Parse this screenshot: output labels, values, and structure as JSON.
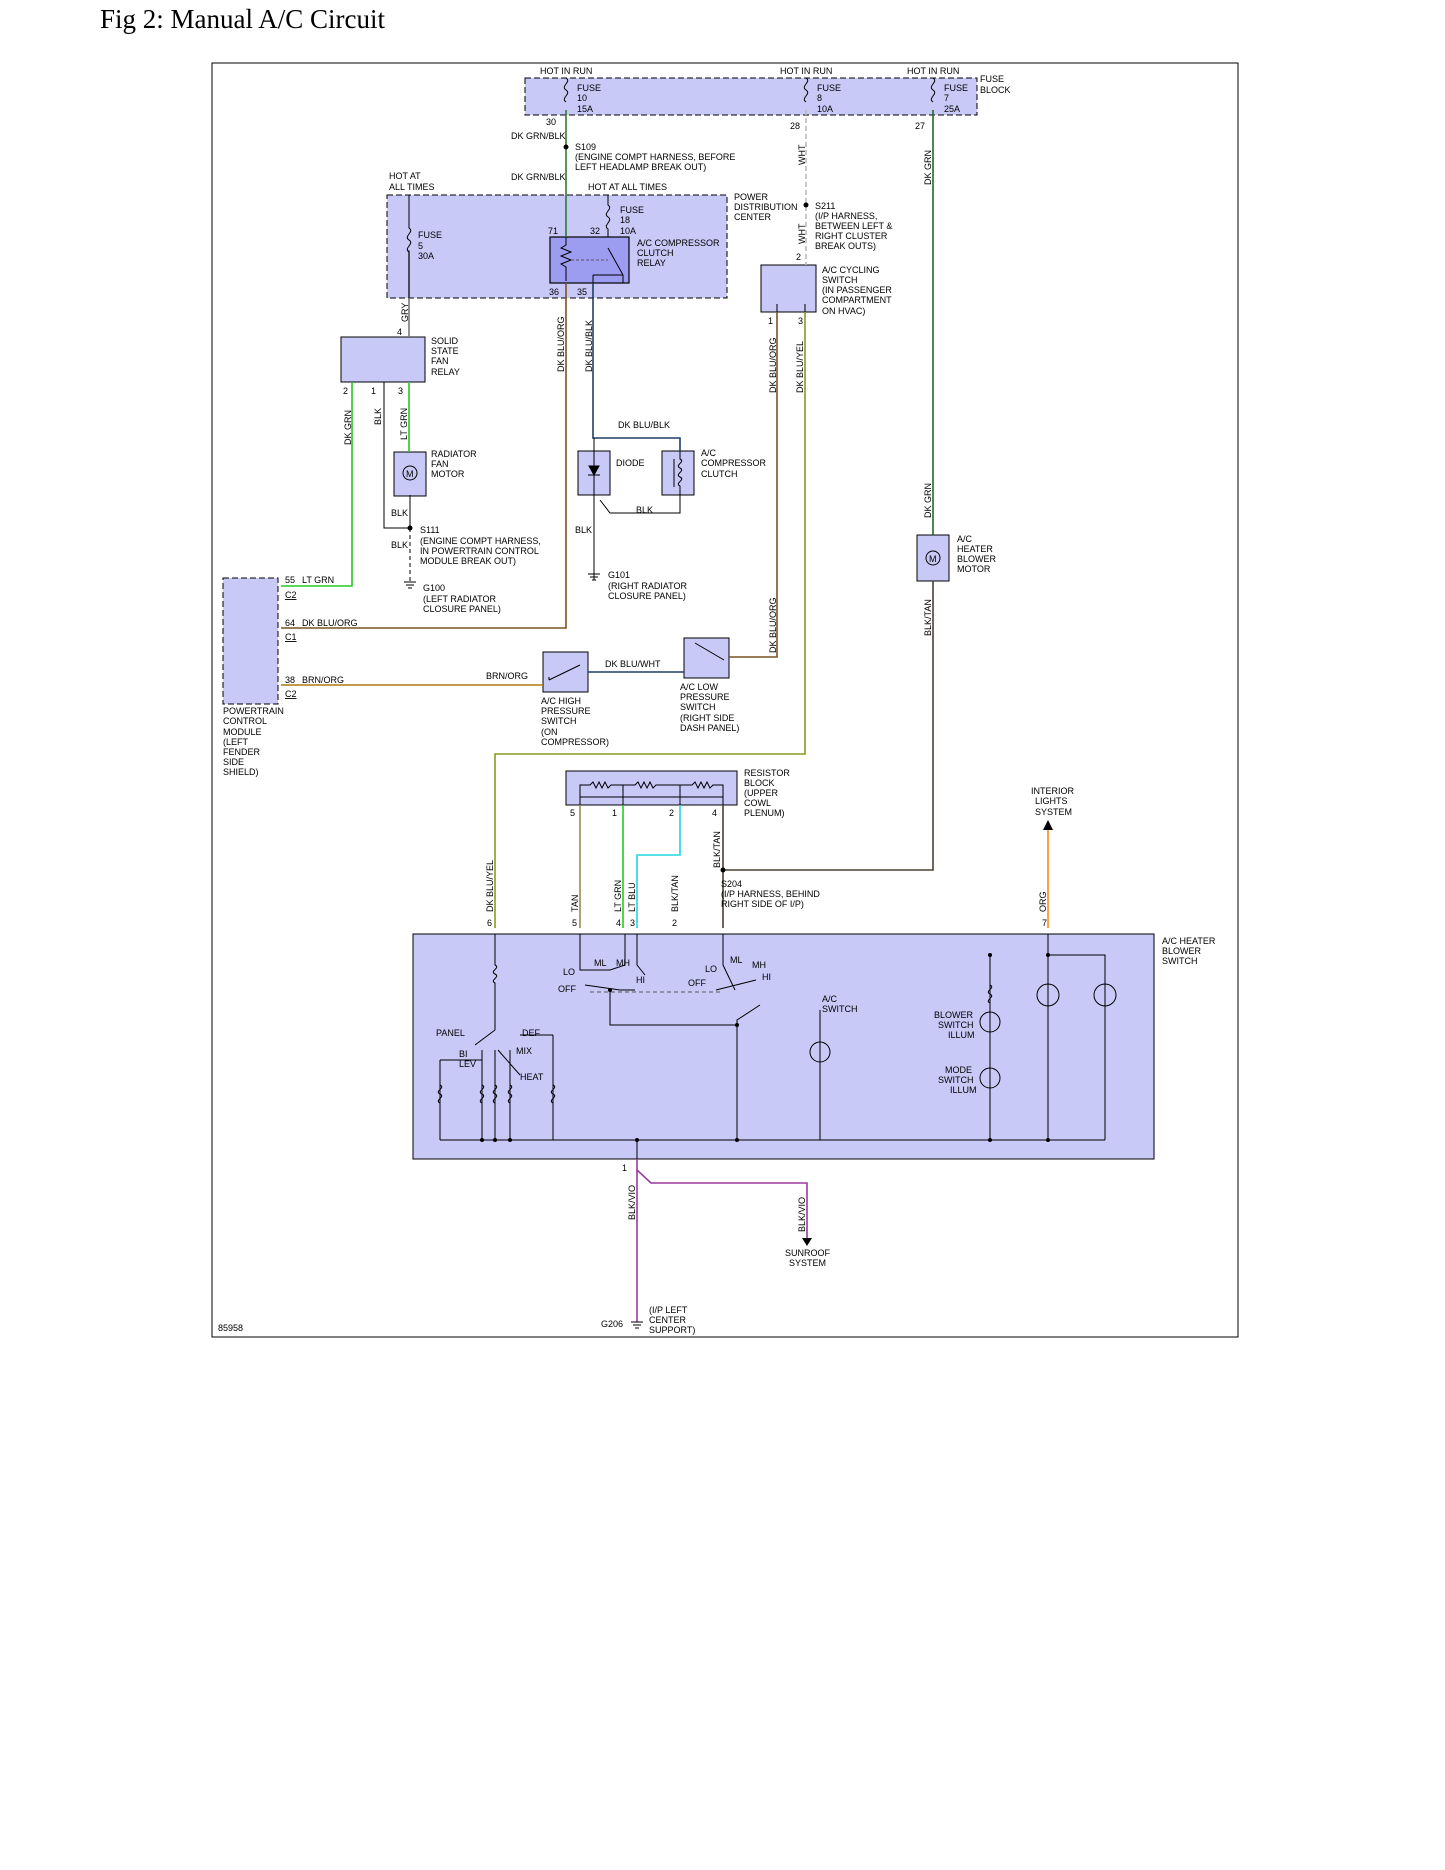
{
  "title": "Fig 2: Manual A/C Circuit",
  "diagram_id": "85958",
  "colors": {
    "black": "#000000",
    "dk_grn": "#1d6b2a",
    "lt_grn": "#22cc22",
    "green_blk": "#2f7a2f",
    "dk_blu": "#1f3f66",
    "dk_blu_org": "#7a5320",
    "dk_blu_yel": "#8a9a20",
    "brn_org": "#b07a10",
    "lt_blu": "#22d6e0",
    "tan": "#9a8e50",
    "blk_tan": "#4a4230",
    "org": "#ff8c1a",
    "blk_vio": "#9a3aa0",
    "wht": "#bbbbbb",
    "box_fill": "#c9c9f7"
  },
  "labels": {
    "hot_in_run_1": "HOT IN RUN",
    "hot_in_run_2": "HOT IN RUN",
    "hot_in_run_3": "HOT IN RUN",
    "fuse_block_1": "FUSE",
    "fuse_block_2": "BLOCK",
    "f10_a": "FUSE",
    "f10_b": "10",
    "f10_c": "15A",
    "f8_a": "FUSE",
    "f8_b": "8",
    "f8_c": "10A",
    "f7_a": "FUSE",
    "f7_b": "7",
    "f7_c": "25A",
    "pin30": "30",
    "pin28": "28",
    "pin27": "27",
    "w_dkgrnblk_1": "DK GRN/BLK",
    "w_dkgrnblk_2": "DK GRN/BLK",
    "s109": "S109",
    "s109_a": "(ENGINE COMPT HARNESS, BEFORE",
    "s109_b": "LEFT HEADLAMP BREAK OUT)",
    "hot_all_1": "HOT AT",
    "hot_all_2": "ALL TIMES",
    "hot_all_3": "HOT AT ALL TIMES",
    "pdc_1": "POWER",
    "pdc_2": "DISTRIBUTION",
    "pdc_3": "CENTER",
    "f5_a": "FUSE",
    "f5_b": "5",
    "f5_c": "30A",
    "f18_a": "FUSE",
    "f18_b": "18",
    "f18_c": "10A",
    "pin71": "71",
    "pin32": "32",
    "pin36": "36",
    "pin35": "35",
    "relay_1": "A/C COMPRESSOR",
    "relay_2": "CLUTCH",
    "relay_3": "RELAY",
    "wht_1": "WHT",
    "wht_2": "WHT",
    "s211": "S211",
    "s211_a": "(I/P HARNESS,",
    "s211_b": "BETWEEN LEFT &",
    "s211_c": "RIGHT CLUSTER",
    "s211_d": "BREAK OUTS)",
    "pin2_cyc": "2",
    "cyc_1": "A/C CYCLING",
    "cyc_2": "SWITCH",
    "cyc_3": "(IN PASSENGER",
    "cyc_4": "COMPARTMENT",
    "cyc_5": "ON HVAC)",
    "pin1_cyc": "1",
    "pin3_cyc": "3",
    "dkgrn_top": "DK GRN",
    "gry": "GRY",
    "pin4_ssr": "4",
    "ssr_1": "SOLID",
    "ssr_2": "STATE",
    "ssr_3": "FAN",
    "ssr_4": "RELAY",
    "pin2_ssr": "2",
    "pin1_ssr": "1",
    "pin3_ssr": "3",
    "w_dkbluorg_v1": "DK BLU/ORG",
    "w_dkblublk_v": "DK BLU/BLK",
    "w_dkbluorg_v2": "DK BLU/ORG",
    "w_dkbluyel_v1": "DK BLU/YEL",
    "w_dkgrn_v": "DK GRN",
    "w_blk_v": "BLK",
    "w_ltgrn_v": "LT GRN",
    "rfm_1": "RADIATOR",
    "rfm_2": "FAN",
    "rfm_3": "MOTOR",
    "w_dkblublk_h": "DK BLU/BLK",
    "diode": "DIODE",
    "clutch_1": "A/C",
    "clutch_2": "COMPRESSOR",
    "clutch_3": "CLUTCH",
    "w_blk_h": "BLK",
    "w_blk_2": "BLK",
    "w_blk_3": "BLK",
    "w_blk_4": "BLK",
    "s111": "S111",
    "s111_a": "(ENGINE COMPT HARNESS,",
    "s111_b": "IN POWERTRAIN CONTROL",
    "s111_c": "MODULE BREAK OUT)",
    "g100": "G100",
    "g100_a": "(LEFT RADIATOR",
    "g100_b": "CLOSURE PANEL)",
    "g101": "G101",
    "g101_a": "(RIGHT RADIATOR",
    "g101_b": "CLOSURE PANEL)",
    "w_dkgrn_v2": "DK GRN",
    "blower_1": "A/C",
    "blower_2": "HEATER",
    "blower_3": "BLOWER",
    "blower_4": "MOTOR",
    "w_blktan_v1": "BLK/TAN",
    "pin55": "55",
    "w_ltgrn_h": "LT GRN",
    "c2_a": "C2",
    "pin64": "64",
    "w_dkbluorg_h": "DK BLU/ORG",
    "c1": "C1",
    "pin38": "38",
    "w_brnorg_h": "BRN/ORG",
    "c2_b": "C2",
    "pcm_1": "POWERTRAIN",
    "pcm_2": "CONTROL",
    "pcm_3": "MODULE",
    "pcm_4": "(LEFT",
    "pcm_5": "FENDER",
    "pcm_6": "SIDE",
    "pcm_7": "SHIELD)",
    "w_brnorg_h2": "BRN/ORG",
    "w_dkbluwht": "DK BLU/WHT",
    "w_dkbluorg_v3": "DK BLU/ORG",
    "hps_1": "A/C HIGH",
    "hps_2": "PRESSURE",
    "hps_3": "SWITCH",
    "hps_4": "(ON",
    "hps_5": "COMPRESSOR)",
    "lps_1": "A/C LOW",
    "lps_2": "PRESSURE",
    "lps_3": "SWITCH",
    "lps_4": "(RIGHT SIDE",
    "lps_5": "DASH PANEL)",
    "rb_1": "RESISTOR",
    "rb_2": "BLOCK",
    "rb_3": "(UPPER",
    "rb_4": "COWL",
    "rb_5": "PLENUM)",
    "rb_p5": "5",
    "rb_p1": "1",
    "rb_p2": "2",
    "rb_p4": "4",
    "ils_1": "INTERIOR",
    "ils_2": "LIGHTS",
    "ils_3": "SYSTEM",
    "w_blktan_v2": "BLK/TAN",
    "s204": "S204",
    "s204_a": "(I/P HARNESS, BEHIND",
    "s204_b": "RIGHT SIDE OF I/P)",
    "w_dkbluyel_v2": "DK BLU/YEL",
    "w_tan": "TAN",
    "w_ltgrn_v2": "LT GRN",
    "w_ltblu": "LT BLU",
    "w_blktan_v3": "BLK/TAN",
    "w_org": "ORG",
    "sw_p6": "6",
    "sw_p5": "5",
    "sw_p4": "4",
    "sw_p3": "3",
    "sw_p2": "2",
    "sw_p7": "7",
    "hbs_1": "A/C HEATER",
    "hbs_2": "BLOWER",
    "hbs_3": "SWITCH",
    "lo_1": "LO",
    "ml_1": "ML",
    "mh_1": "MH",
    "hi_1": "HI",
    "off_1": "OFF",
    "lo_2": "LO",
    "ml_2": "ML",
    "mh_2": "MH",
    "hi_2": "HI",
    "off_2": "OFF",
    "acsw_1": "A/C",
    "acsw_2": "SWITCH",
    "panel": "PANEL",
    "def": "DEF",
    "bi": "BI",
    "lev": "LEV",
    "mix": "MIX",
    "heat": "HEAT",
    "bsi_1": "BLOWER",
    "bsi_2": "SWITCH",
    "bsi_3": "ILLUM",
    "msi_1": "MODE",
    "msi_2": "SWITCH",
    "msi_3": "ILLUM",
    "pin1_bot": "1",
    "w_blkvio_1": "BLK/VIO",
    "w_blkvio_2": "BLK/VIO",
    "sun_1": "SUNROOF",
    "sun_2": "SYSTEM",
    "g206": "G206",
    "g206_a": "(I/P LEFT",
    "g206_b": "CENTER",
    "g206_c": "SUPPORT)"
  }
}
